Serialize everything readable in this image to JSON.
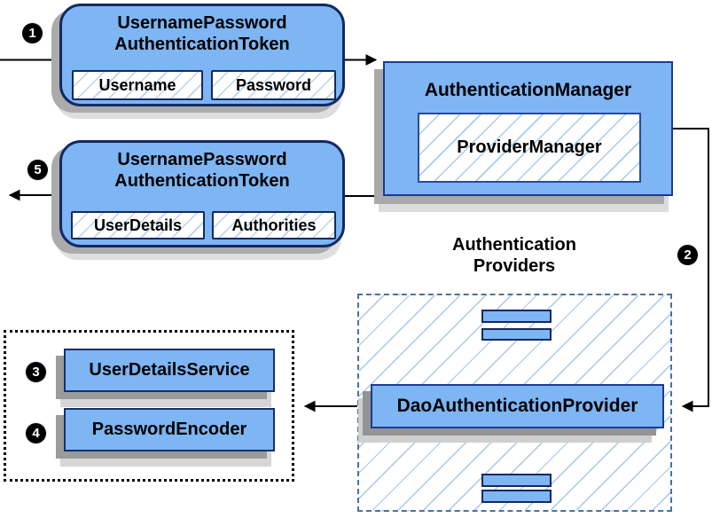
{
  "badges": {
    "b1": "1",
    "b2": "2",
    "b3": "3",
    "b4": "4",
    "b5": "5"
  },
  "request_token": {
    "title_line1": "UsernamePassword",
    "title_line2": "AuthenticationToken",
    "field1": "Username",
    "field2": "Password"
  },
  "auth_manager": {
    "title": "AuthenticationManager",
    "inner": "ProviderManager"
  },
  "response_token": {
    "title_line1": "UsernamePassword",
    "title_line2": "AuthenticationToken",
    "field1": "UserDetails",
    "field2": "Authorities"
  },
  "providers": {
    "label_line1": "Authentication",
    "label_line2": "Providers",
    "dao": "DaoAuthenticationProvider"
  },
  "services": {
    "user_details_service": "UserDetailsService",
    "password_encoder": "PasswordEncoder"
  },
  "colors": {
    "box_fill": "#7eb5f3",
    "box_border": "#132962",
    "hatch_line": "#a8cbec",
    "dashed_border": "#47749f",
    "shadow_dark": "#9b9b9b",
    "shadow_light": "#dedede",
    "line": "#000000"
  }
}
